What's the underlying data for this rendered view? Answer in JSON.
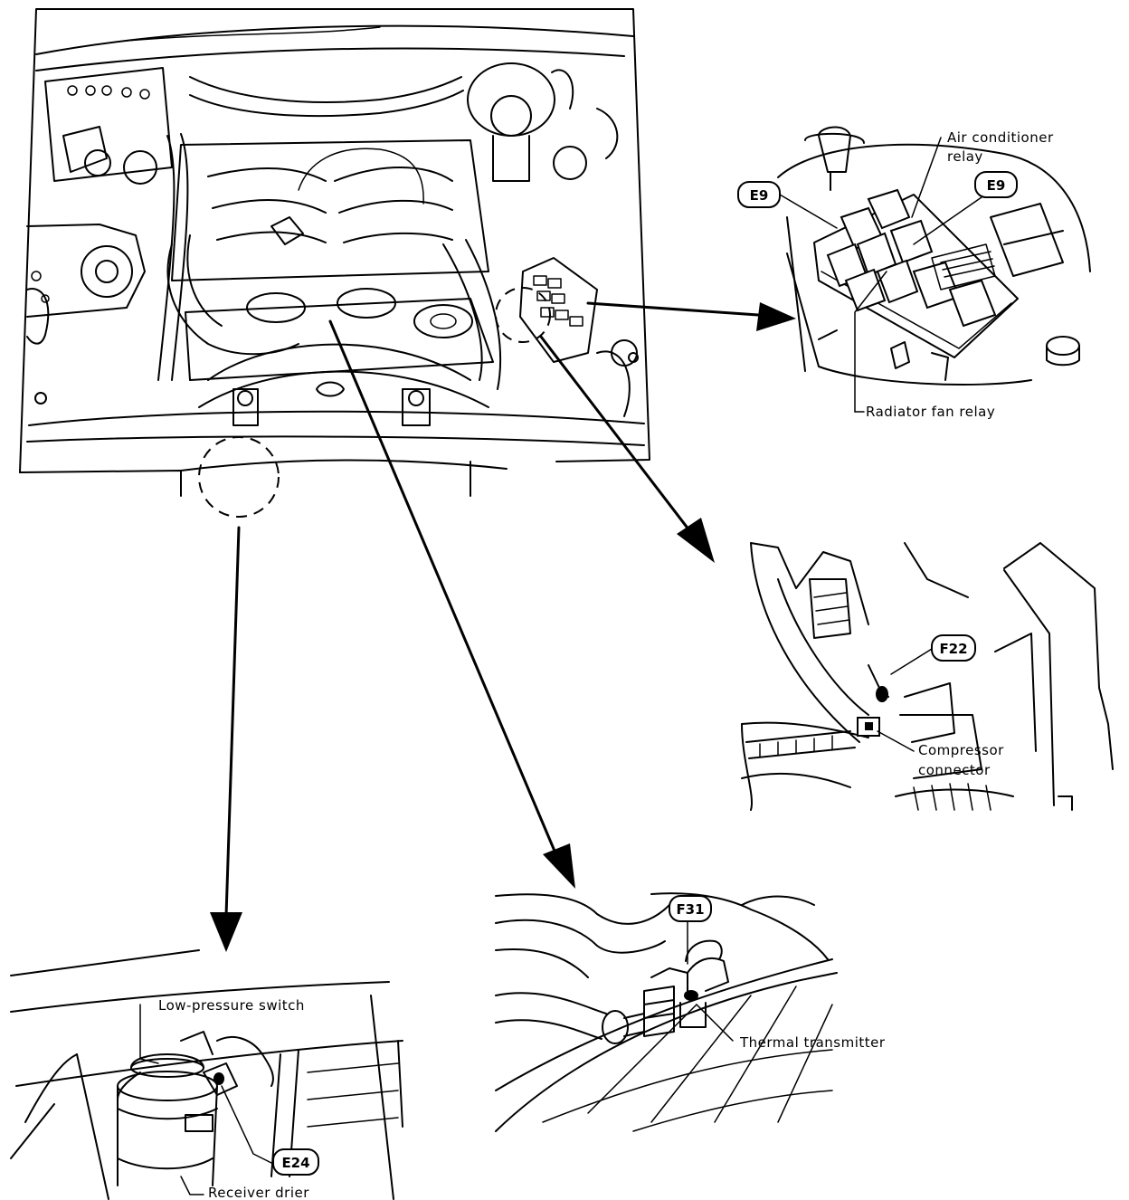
{
  "connectors": {
    "e9_left": "E9",
    "e9_right": "E9",
    "f22": "F22",
    "f31": "F31",
    "e24": "E24"
  },
  "labels": {
    "air_conditioner_relay_line1": "Air conditioner",
    "air_conditioner_relay_line2": "relay",
    "radiator_fan_relay": "Radiator fan relay",
    "compressor_connector_line1": "Compressor",
    "compressor_connector_line2": "connector",
    "thermal_transmitter": "Thermal transmitter",
    "low_pressure_switch": "Low-pressure switch",
    "receiver_drier": "Receiver drier"
  }
}
